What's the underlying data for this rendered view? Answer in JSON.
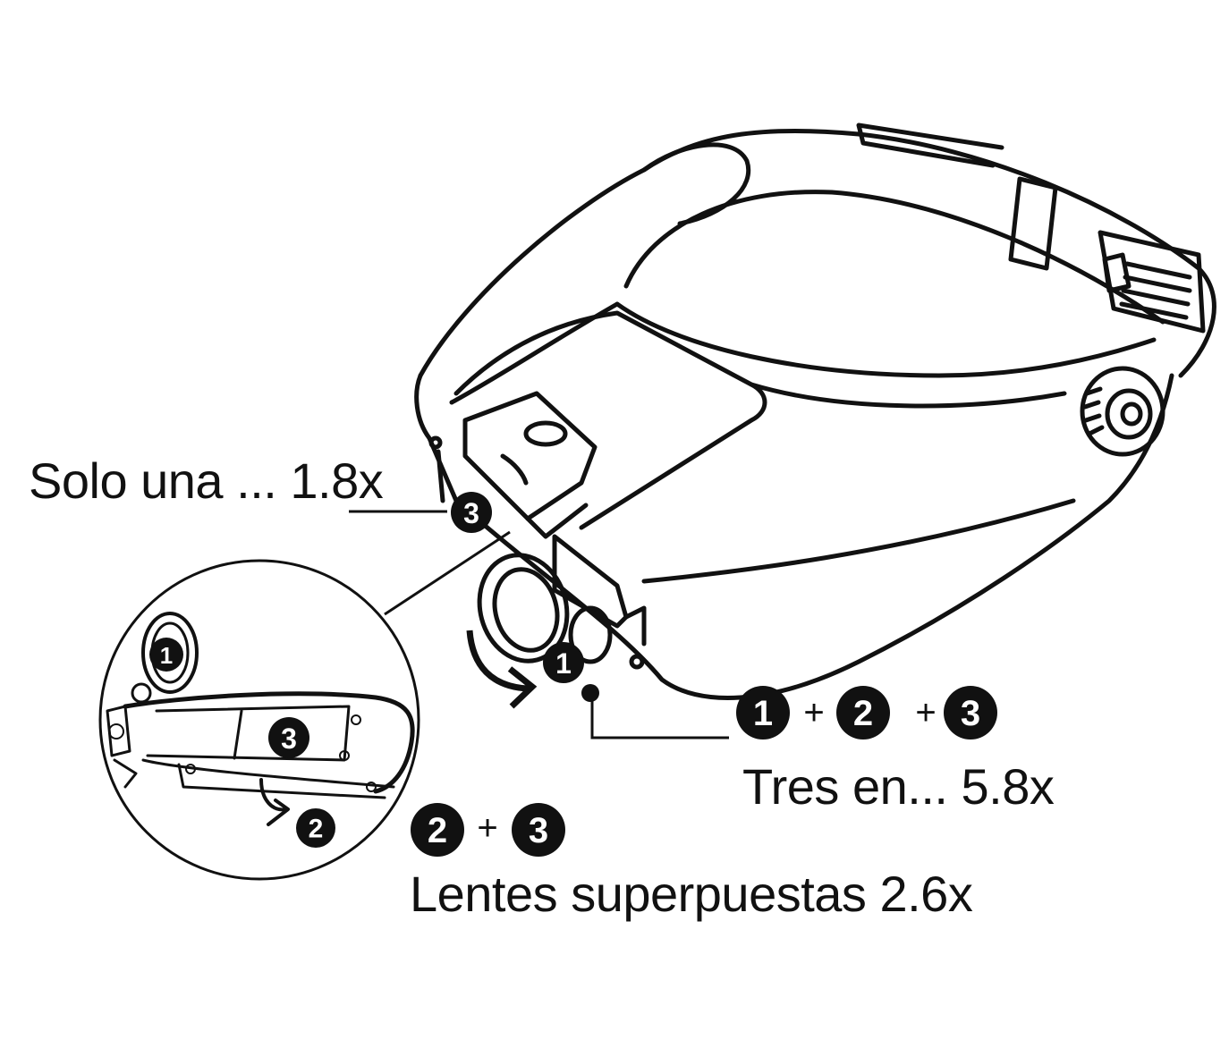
{
  "captions": {
    "single_lens": "Solo una ... 1.8x",
    "three_lenses": "Tres en... 5.8x",
    "stacked_lenses": "Lentes superpuestas 2.6x"
  },
  "badges": {
    "one": "1",
    "two": "2",
    "three": "3",
    "plus": "+"
  },
  "colors": {
    "ink": "#111111",
    "background": "#ffffff"
  }
}
